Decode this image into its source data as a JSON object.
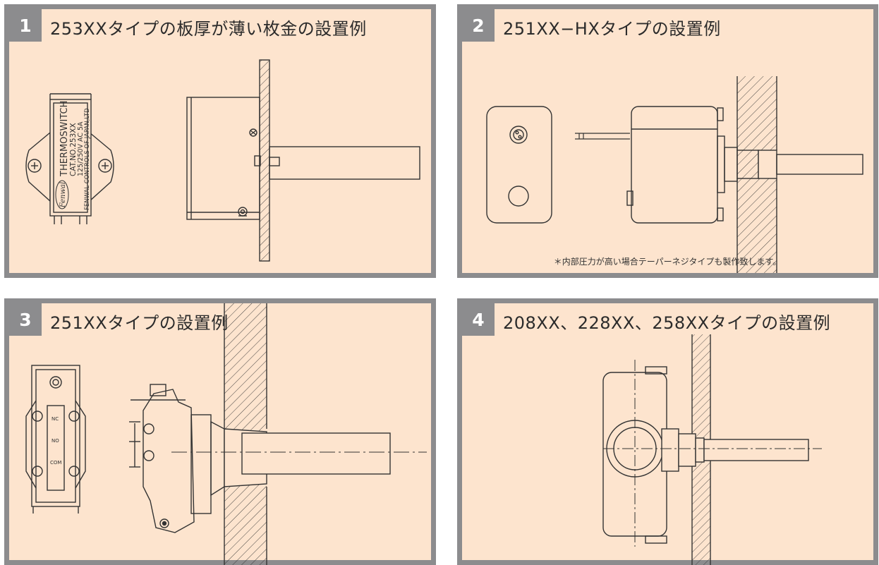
{
  "panels": [
    {
      "number": "1",
      "title": "253XXタイプの板厚が薄い枚金の設置例"
    },
    {
      "number": "2",
      "title": "251XX−HXタイプの設置例",
      "note": "＊内部圧力が高い場合テーパーネジタイプも製作致します。"
    },
    {
      "number": "3",
      "title": "251XXタイプの設置例"
    },
    {
      "number": "4",
      "title": "208XX、228XX、258XXタイプの設置例"
    }
  ],
  "device_label": {
    "brand": "Fenwal",
    "lines": [
      "THERMOSWITCH",
      "CAT.NO.253XX",
      "125/250V AC 5A",
      "FENWAL CONTROLS OF JAPAN,LTD"
    ]
  },
  "terminal_labels": [
    "NC",
    "NO",
    "COM"
  ],
  "colors": {
    "panel_bg": "#fde4ce",
    "frame": "#8c8c8e",
    "line": "#333333"
  }
}
